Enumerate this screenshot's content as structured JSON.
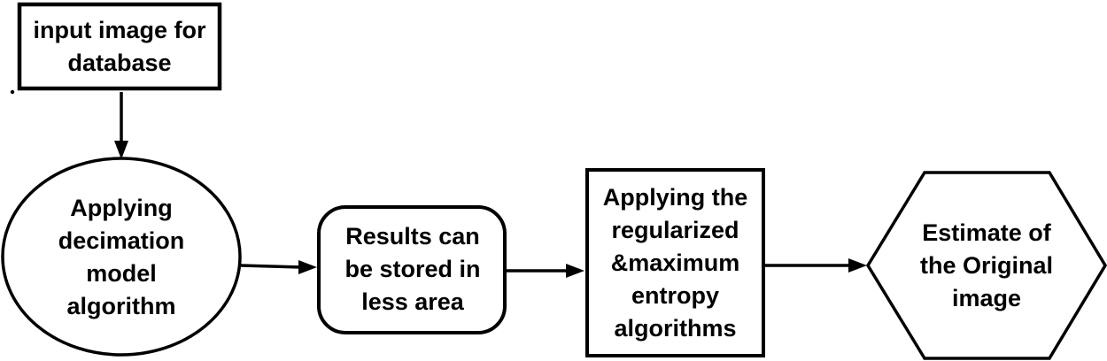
{
  "diagram": {
    "type": "flowchart",
    "colors": {
      "background": "#ffffff",
      "stroke": "#000000",
      "shape_fill": "#ffffff",
      "text": "#000000"
    },
    "nodes": [
      {
        "id": "input-image",
        "shape": "rectangle",
        "label": "input image for\ndatabase"
      },
      {
        "id": "decimation",
        "shape": "ellipse",
        "label": "Applying\ndecimation\nmodel\nalgorithm"
      },
      {
        "id": "results",
        "shape": "rounded-rectangle",
        "label": "Results can\nbe stored in\nless area"
      },
      {
        "id": "entropy",
        "shape": "rectangle",
        "label": "Applying the\nregularized\n&maximum\nentropy\nalgorithms"
      },
      {
        "id": "estimate",
        "shape": "hexagon",
        "label": "Estimate of\nthe Original\nimage"
      }
    ],
    "connectors": [
      {
        "from": "input-image",
        "to": "decimation",
        "direction": "down",
        "style": "solid-arrow"
      },
      {
        "from": "decimation",
        "to": "results",
        "direction": "right",
        "style": "solid-arrow"
      },
      {
        "from": "results",
        "to": "entropy",
        "direction": "right",
        "style": "solid-arrow"
      },
      {
        "from": "entropy",
        "to": "estimate",
        "direction": "right",
        "style": "solid-arrow"
      }
    ],
    "stray_mark": "."
  }
}
